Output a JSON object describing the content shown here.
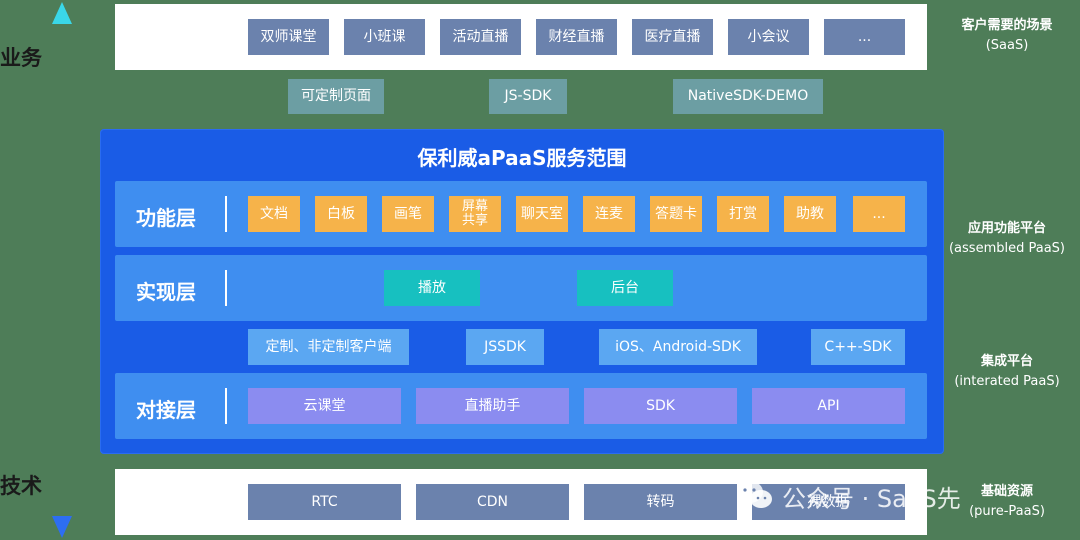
{
  "axis": {
    "top_label": "业务",
    "bottom_label": "技术"
  },
  "scenes": {
    "items": [
      "双师课堂",
      "小班课",
      "活动直播",
      "财经直播",
      "医疗直播",
      "小会议",
      "..."
    ],
    "caption_title": "客户需要的场景",
    "caption_sub": "(SaaS)"
  },
  "custom_row": {
    "items": [
      "可定制页面",
      "JS-SDK",
      "NativeSDK-DEMO"
    ]
  },
  "panel": {
    "title": "保利威aPaaS服务范围",
    "function_layer": {
      "name": "功能层",
      "items": [
        "文档",
        "白板",
        "画笔",
        "屏幕\n共享",
        "聊天室",
        "连麦",
        "答题卡",
        "打赏",
        "助教",
        "..."
      ]
    },
    "impl_layer": {
      "name": "实现层",
      "items": [
        "播放",
        "后台"
      ]
    },
    "sdk_row": {
      "items": [
        "定制、非定制客户端",
        "JSSDK",
        "iOS、Android-SDK",
        "C++-SDK"
      ]
    },
    "connect_layer": {
      "name": "对接层",
      "items": [
        "云课堂",
        "直播助手",
        "SDK",
        "API"
      ]
    }
  },
  "right_labels": {
    "app": {
      "title": "应用功能平台",
      "sub": "(assembled PaaS)"
    },
    "integration": {
      "title": "集成平台",
      "sub": "(interated PaaS)"
    },
    "base": {
      "title": "基础资源",
      "sub": "(pure-PaaS)"
    }
  },
  "base": {
    "items": [
      "RTC",
      "CDN",
      "转码",
      "裸数据"
    ]
  },
  "watermark": {
    "text": "公众号 · SaaS先"
  },
  "colors": {
    "background": "#4e7d58",
    "panel": "#1a5ce6",
    "layer": "#3f8ef0",
    "axis_top": "#3ad7e8",
    "axis_bottom": "#2d6ef2",
    "orange": "#f6b34a",
    "cyan": "#17c0c0",
    "purple": "#8b8cf0",
    "scene_chip": "#6b82ad"
  }
}
